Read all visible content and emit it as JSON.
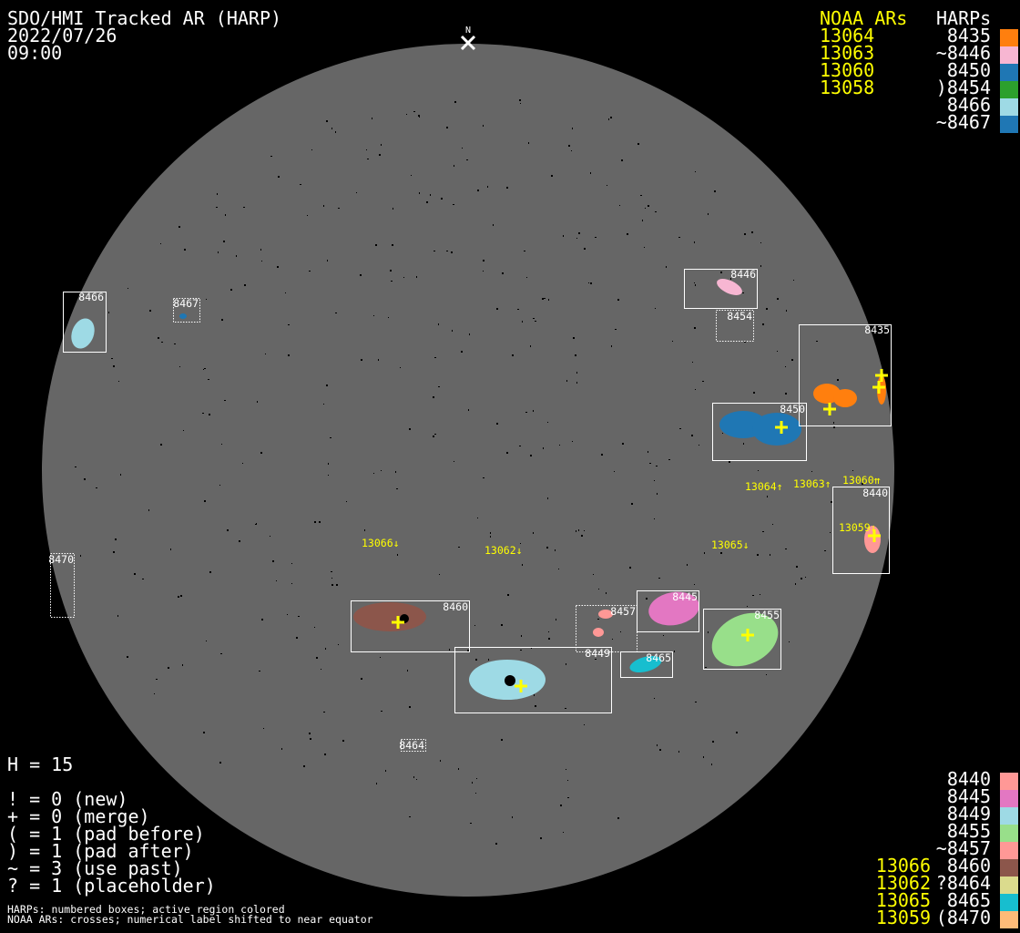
{
  "header": {
    "title": "SDO/HMI Tracked AR (HARP)",
    "date": "2022/07/26",
    "time": "09:00"
  },
  "north_marker": "N",
  "legend_top": {
    "noaa_header": "NOAA ARs",
    "harp_header": "HARPs",
    "rows": [
      {
        "noaa": "13064",
        "harp": "8435",
        "color": "#ff7f0e"
      },
      {
        "noaa": "13063",
        "harp": "~8446",
        "color": "#f7b6d2"
      },
      {
        "noaa": "13060",
        "harp": "8450",
        "color": "#1f77b4"
      },
      {
        "noaa": "13058",
        "harp": ")8454",
        "color": "#2ca02c"
      },
      {
        "noaa": "",
        "harp": "8466",
        "color": "#9edae5"
      },
      {
        "noaa": "",
        "harp": "~8467",
        "color": "#1f77b4"
      }
    ]
  },
  "legend_bottom": {
    "rows": [
      {
        "noaa": "",
        "harp": "8440",
        "color": "#ff9896"
      },
      {
        "noaa": "",
        "harp": "8445",
        "color": "#e377c2"
      },
      {
        "noaa": "",
        "harp": "8449",
        "color": "#9edae5"
      },
      {
        "noaa": "",
        "harp": "8455",
        "color": "#98df8a"
      },
      {
        "noaa": "",
        "harp": "~8457",
        "color": "#ff9896"
      },
      {
        "noaa": "13066",
        "harp": "8460",
        "color": "#8c564b"
      },
      {
        "noaa": "13062",
        "harp": "?8464",
        "color": "#dbdb8d"
      },
      {
        "noaa": "13065",
        "harp": "8465",
        "color": "#17becf"
      },
      {
        "noaa": "13059",
        "harp": "(8470",
        "color": "#ffbb78"
      }
    ]
  },
  "stats": {
    "h": "H = 15",
    "lines": [
      "! = 0 (new)",
      "+ = 0 (merge)",
      "( = 1 (pad before)",
      ") = 1 (pad after)",
      "~ = 3 (use past)",
      "? = 1 (placeholder)"
    ]
  },
  "footnotes": [
    "HARPs: numbered boxes; active region colored",
    "NOAA ARs: crosses; numerical label shifted to near equator"
  ],
  "disk": {
    "harps": {
      "h8466": "8466",
      "h8467": "8467",
      "h8446": "8446",
      "h8454": "8454",
      "h8435": "8435",
      "h8450": "8450",
      "h8440": "8440",
      "h8470": "8470",
      "h8460": "8460",
      "h8457": "8457",
      "h8445": "8445",
      "h8455": "8455",
      "h8449": "8449",
      "h8465": "8465",
      "h8464": "8464"
    },
    "noaa": {
      "n13064": "13064↑",
      "n13063": "13063↑",
      "n13060": "13060⇈",
      "n13059": "13059↓",
      "n13066": "13066↓",
      "n13062": "13062↓",
      "n13065": "13065↓"
    }
  }
}
